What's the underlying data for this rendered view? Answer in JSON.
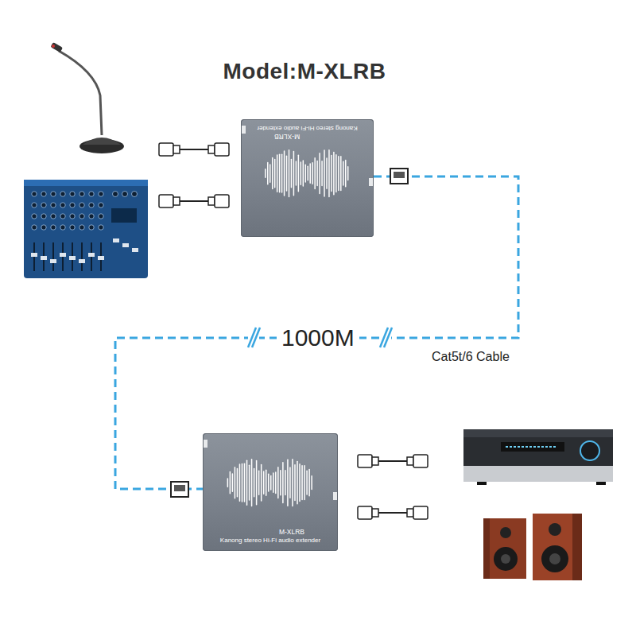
{
  "diagram": {
    "title": "Model:M-XLRB",
    "nodes": [
      {
        "text": [
          "M-XLRB",
          "Kanong stereo Hi-Fi audio extender"
        ]
      },
      {
        "text": [
          "M-XLRB",
          "Kanong stereo Hi-Fi audio extender"
        ]
      }
    ],
    "edges": [
      {
        "from": 0,
        "to": 1,
        "arrow": "none",
        "label": "1000M"
      }
    ],
    "labels": [
      "Cat5t/6 Cable"
    ]
  }
}
